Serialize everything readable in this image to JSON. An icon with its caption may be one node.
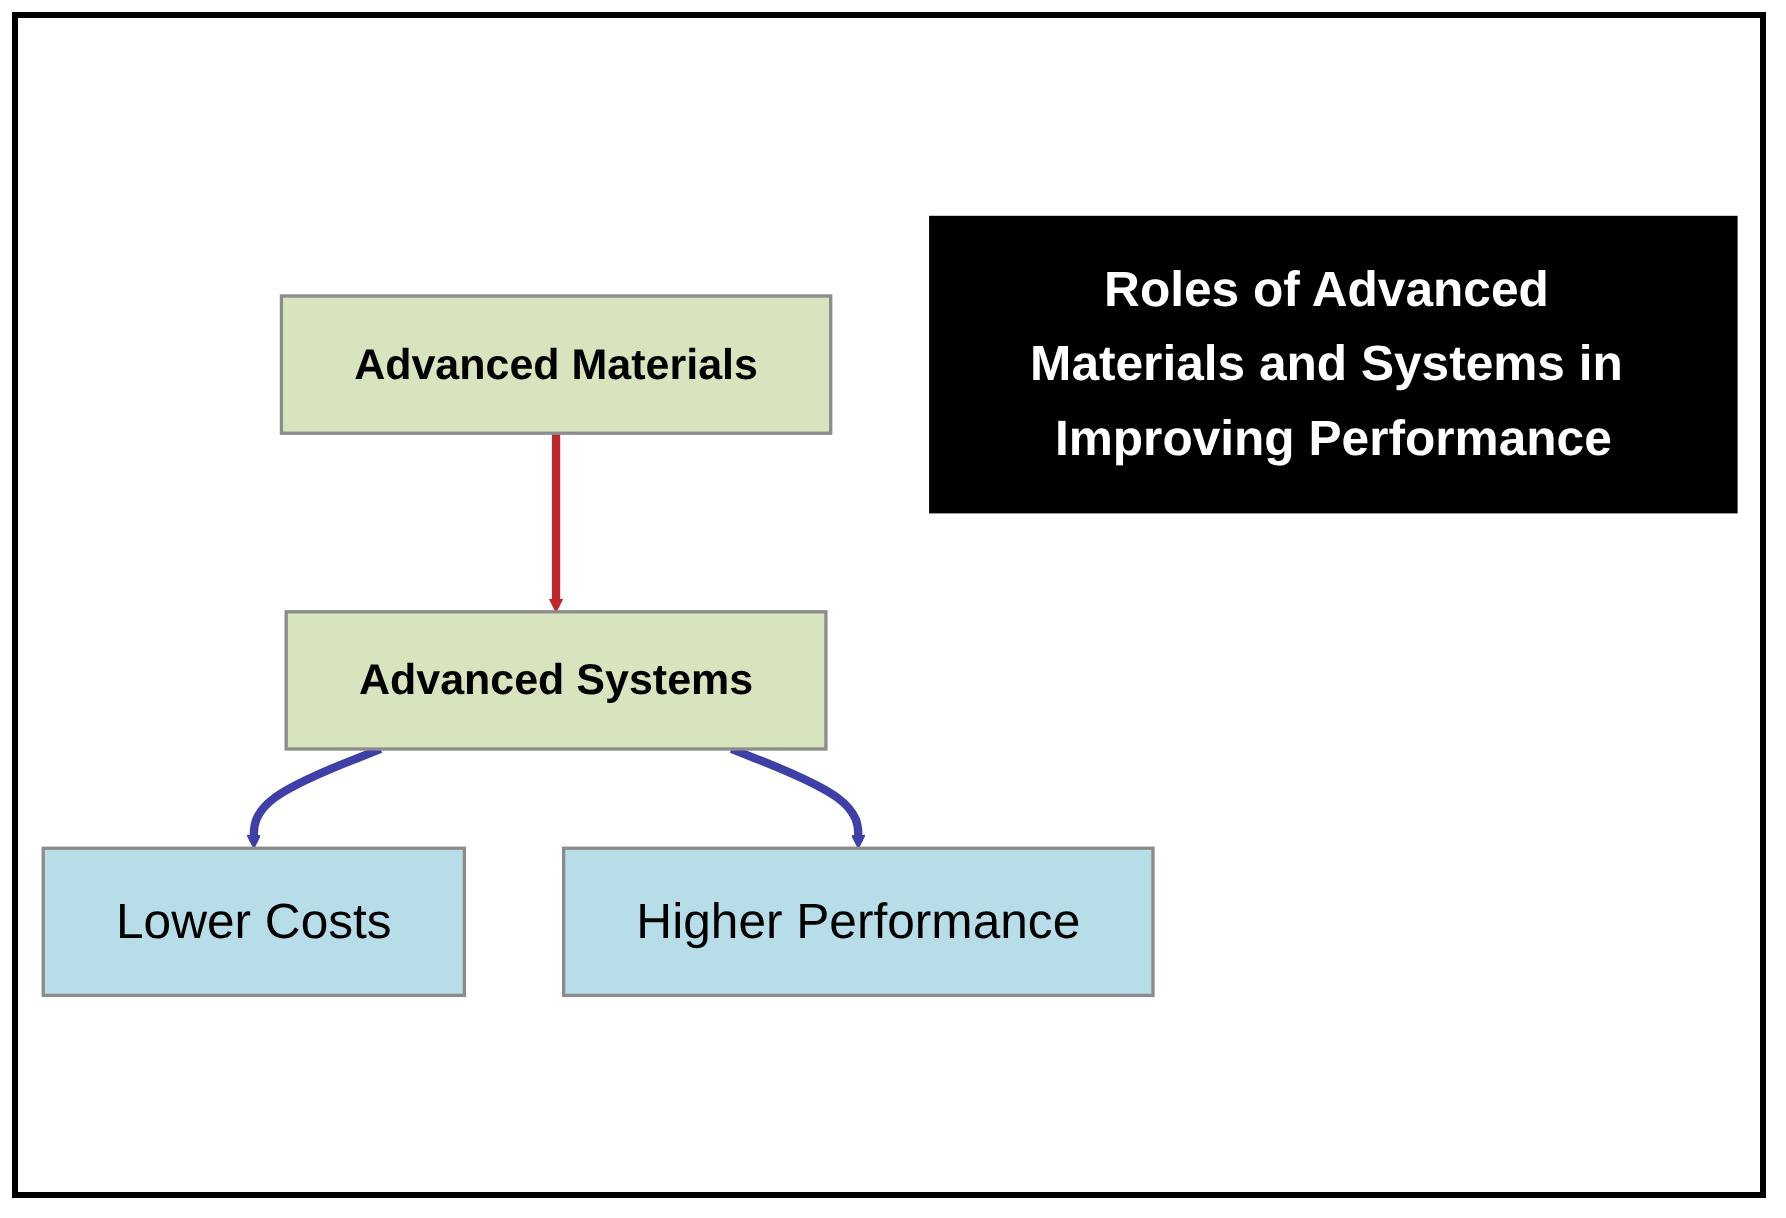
{
  "diagram": {
    "nodes": [
      {
        "text": [
          "Advanced Materials"
        ]
      },
      {
        "text": [
          "Advanced Systems"
        ]
      },
      {
        "text": [
          "Lower Costs"
        ]
      },
      {
        "text": [
          "Higher Performance"
        ]
      },
      {
        "text": [
          "Roles of Advanced Materials and Systems in Improving Performance"
        ]
      }
    ],
    "edges": [
      {
        "from": 0,
        "to": 1,
        "arrow": "to",
        "color": "#c0272d"
      },
      {
        "from": 1,
        "to": 2,
        "arrow": "to"
      },
      {
        "from": 1,
        "to": 3,
        "arrow": "to"
      }
    ]
  }
}
